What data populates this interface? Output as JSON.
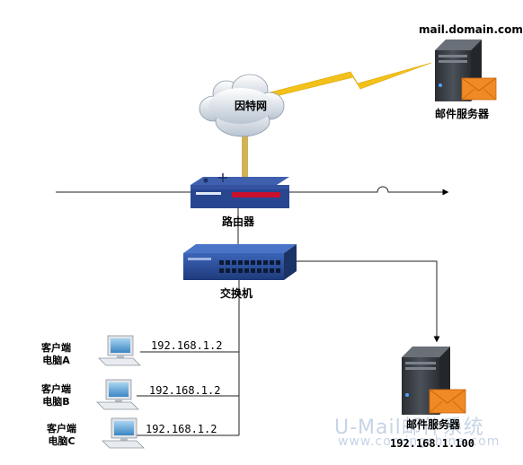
{
  "internet": {
    "label": "因特网"
  },
  "router": {
    "label": "路由器"
  },
  "switch": {
    "label": "交换机"
  },
  "mail_server_top": {
    "hostname": "mail.domain.com",
    "label": "邮件服务器"
  },
  "mail_server_bottom": {
    "label": "邮件服务器",
    "ip": "192.168.1.100"
  },
  "clients": [
    {
      "line1": "客户端",
      "line2": "电脑A",
      "ip": "192.168.1.2"
    },
    {
      "line1": "客户端",
      "line2": "电脑B",
      "ip": "192.168.1.2"
    },
    {
      "line1": "客户端",
      "line2": "电脑C",
      "ip": "192.168.1.2"
    }
  ],
  "watermark": {
    "title": "U-Mail邮件系统",
    "url": "www.comingchina.com"
  },
  "colors": {
    "lightning": "#f2c21a",
    "router": "#27468f",
    "switch": "#2a4f9c",
    "server": "#3b4047",
    "envelope": "#f08a24",
    "watermark": "#c6d4e6"
  }
}
